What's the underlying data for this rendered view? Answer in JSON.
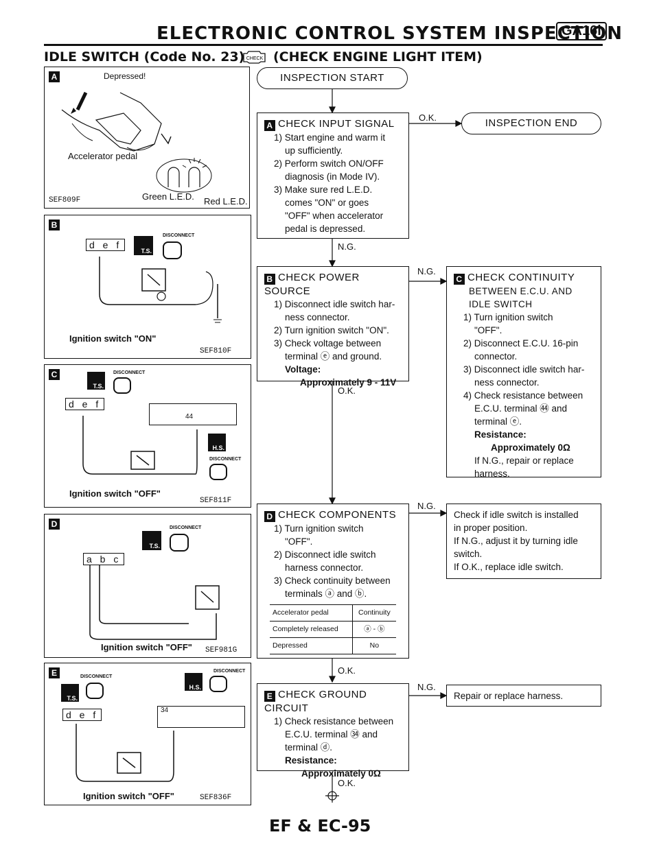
{
  "header": {
    "title": "ELECTRONIC CONTROL SYSTEM INSPECTION",
    "engine_code": "GA16i",
    "subtitle": "IDLE SWITCH (Code No. 23)",
    "check_icon": "CHECK",
    "subtitle_tail": "(CHECK ENGINE LIGHT ITEM)"
  },
  "figures": {
    "a": {
      "badge": "A",
      "caption_top": "Depressed!",
      "accelerator": "Accelerator pedal",
      "green_led": "Green L.E.D.",
      "red_led": "Red L.E.D.",
      "code": "SEF809F"
    },
    "b": {
      "badge": "B",
      "disconnect": "DISCONNECT",
      "ts": "T.S.",
      "connector": "d e f",
      "ignition": "Ignition switch \"ON\"",
      "code": "SEF810F"
    },
    "c": {
      "badge": "C",
      "disconnect": "DISCONNECT",
      "ts": "T.S.",
      "hs": "H.S.",
      "connector": "d e f",
      "pin": "44",
      "ignition": "Ignition switch \"OFF\"",
      "code": "SEF811F"
    },
    "d": {
      "badge": "D",
      "disconnect": "DISCONNECT",
      "ts": "T.S.",
      "connector": "a b c",
      "ignition": "Ignition switch \"OFF\"",
      "code": "SEF981G"
    },
    "e": {
      "badge": "E",
      "disconnect": "DISCONNECT",
      "ts": "T.S.",
      "hs": "H.S.",
      "connector": "d e f",
      "pin": "34",
      "ignition": "Ignition switch \"OFF\"",
      "code": "SEF836F"
    }
  },
  "flow": {
    "start": "INSPECTION START",
    "end": "INSPECTION END",
    "ok": "O.K.",
    "ng": "N.G.",
    "a": {
      "badge": "A",
      "heading": "CHECK INPUT SIGNAL",
      "s1": "1) Start engine and warm it",
      "s1b": "up sufficiently.",
      "s2": "2) Perform switch ON/OFF",
      "s2b": "diagnosis (in Mode IV).",
      "s3": "3) Make sure red L.E.D.",
      "s3b": "comes \"ON\" or goes",
      "s3c": "\"OFF\" when accelerator",
      "s3d": "pedal is depressed."
    },
    "b": {
      "badge": "B",
      "heading": "CHECK POWER SOURCE",
      "s1": "1) Disconnect idle switch har-",
      "s1b": "ness connector.",
      "s2": "2) Turn ignition switch \"ON\".",
      "s3": "3) Check voltage between",
      "s3b": "terminal ⓔ and ground.",
      "vlabel": "Voltage:",
      "vvalue": "Approximately 9 - 11V"
    },
    "c": {
      "badge": "C",
      "heading1": "CHECK CONTINUITY",
      "heading2": "BETWEEN E.C.U. AND",
      "heading3": "IDLE SWITCH",
      "s1": "1) Turn ignition switch",
      "s1b": "\"OFF\".",
      "s2": "2) Disconnect E.C.U. 16-pin",
      "s2b": "connector.",
      "s3": "3) Disconnect idle switch har-",
      "s3b": "ness connector.",
      "s4": "4) Check resistance between",
      "s4b": "E.C.U. terminal ㊹ and",
      "s4c": "terminal ⓔ.",
      "rlabel": "Resistance:",
      "rvalue": "Approximately 0Ω",
      "note1": "If N.G., repair or replace",
      "note2": "harness."
    },
    "d": {
      "badge": "D",
      "heading": "CHECK COMPONENTS",
      "s1": "1) Turn ignition switch",
      "s1b": "\"OFF\".",
      "s2": "2) Disconnect idle switch",
      "s2b": "harness connector.",
      "s3": "3) Check continuity between",
      "s3b": "terminals ⓐ and ⓑ.",
      "table": {
        "h1": "Accelerator pedal",
        "h2": "Continuity",
        "r1a": "Completely released",
        "r1b": "ⓐ - ⓑ",
        "r2a": "Depressed",
        "r2b": "No"
      }
    },
    "d_ng": {
      "l1": "Check if idle switch is installed",
      "l2": "in proper position.",
      "l3": "If N.G., adjust it by turning idle",
      "l4": "switch.",
      "l5": "If O.K., replace idle switch."
    },
    "e": {
      "badge": "E",
      "heading": "CHECK GROUND CIRCUIT",
      "s1": "1) Check resistance between",
      "s1b": "E.C.U. terminal ㉞ and",
      "s1c": "terminal ⓓ.",
      "rlabel": "Resistance:",
      "rvalue": "Approximately 0Ω"
    },
    "e_ng": "Repair or replace harness."
  },
  "footer": {
    "page": "EF & EC-95"
  }
}
